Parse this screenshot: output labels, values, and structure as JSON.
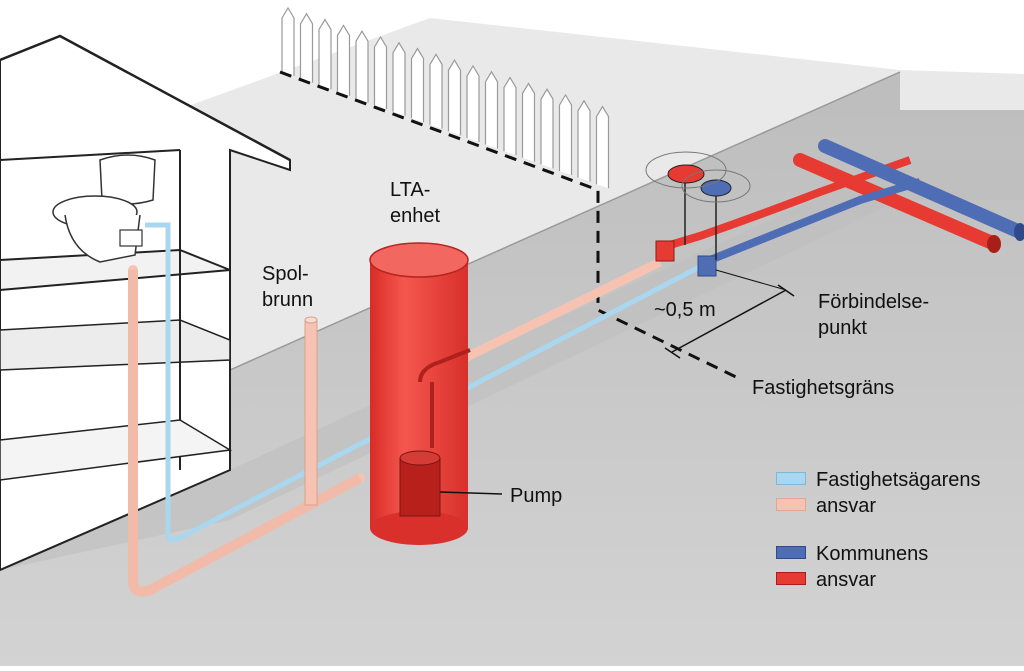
{
  "labels": {
    "lta_line1": "LTA-",
    "lta_line2": "enhet",
    "spol_line1": "Spol-",
    "spol_line2": "brunn",
    "distance": "~0,5 m",
    "forbindelse_line1": "Förbindelse-",
    "forbindelse_line2": "punkt",
    "fastighetsgrans": "Fastighetsgräns",
    "pump": "Pump"
  },
  "legend": {
    "owner": {
      "line1": "Fastighetsägarens",
      "line2": "ansvar",
      "colors": [
        "#a9d7ef",
        "#f6c3b2"
      ]
    },
    "municipality": {
      "line1": "Kommunens",
      "line2": "ansvar",
      "colors": [
        "#4f6db5",
        "#e63a32"
      ]
    }
  },
  "colors": {
    "ground": "#c9c9c9",
    "ground_dark": "#b1b1b1",
    "tank_red": "#ee3b35",
    "pipe_blue_light": "#a9d7ef",
    "pipe_pink_light": "#f6c3b2",
    "pipe_blue_dark": "#4f6db5",
    "pipe_red_dark": "#e63a32"
  }
}
